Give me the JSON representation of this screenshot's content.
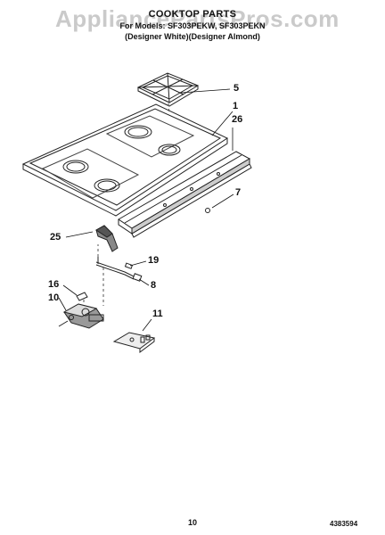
{
  "header": {
    "watermark": "AppliancePartsPros.com",
    "title": "COOKTOP PARTS",
    "models": "For Models: SF303PEKW, SF303PEKN",
    "colors": "(Designer White)(Designer Almond)"
  },
  "callouts": [
    "5",
    "1",
    "26",
    "7",
    "25",
    "19",
    "8",
    "16",
    "10",
    "11"
  ],
  "footer": {
    "page_number": "10",
    "doc_number": "4383594"
  }
}
